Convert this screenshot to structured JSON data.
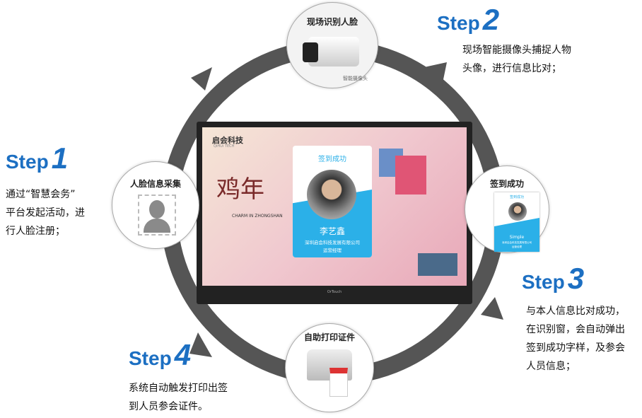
{
  "steps": [
    {
      "label": "Step",
      "num": "1",
      "lines": [
        "通过“智慧会务”",
        "平台发起活动，进",
        "行人脸注册；"
      ]
    },
    {
      "label": "Step",
      "num": "2",
      "lines": [
        "现场智能摄像头捕捉人物",
        "头像，进行信息比对；"
      ]
    },
    {
      "label": "Step",
      "num": "3",
      "lines": [
        "与本人信息比对成功，",
        "在识别窗，会自动弹出",
        "签到成功字样，及参会",
        "人员信息；"
      ]
    },
    {
      "label": "Step",
      "num": "4",
      "lines": [
        "系统自动触发打印出签",
        "到人员参会证件。"
      ]
    }
  ],
  "nodes": {
    "face": "人脸信息采集",
    "camera": "现场识别人脸",
    "camera_caption": "智能摄像头",
    "checkin": "签到成功",
    "print": "自助打印证件"
  },
  "screen": {
    "logo": "启会科技",
    "logo_sub": "QIHUI TECH",
    "card_title": "签到成功",
    "name": "李艺鑫",
    "company": "深圳启会科技发展有限公司",
    "role": "运营经理",
    "banner_en": "CHARM IN ZHONGSHAN",
    "brand": "OrTouch"
  },
  "badge": {
    "title": "签到成功",
    "name": "Simple",
    "company": "深圳启会科技发展有限公司",
    "role": "运营经理"
  },
  "colors": {
    "accent": "#1c6fc2",
    "ring": "#555555",
    "card": "#2bb0e8"
  }
}
